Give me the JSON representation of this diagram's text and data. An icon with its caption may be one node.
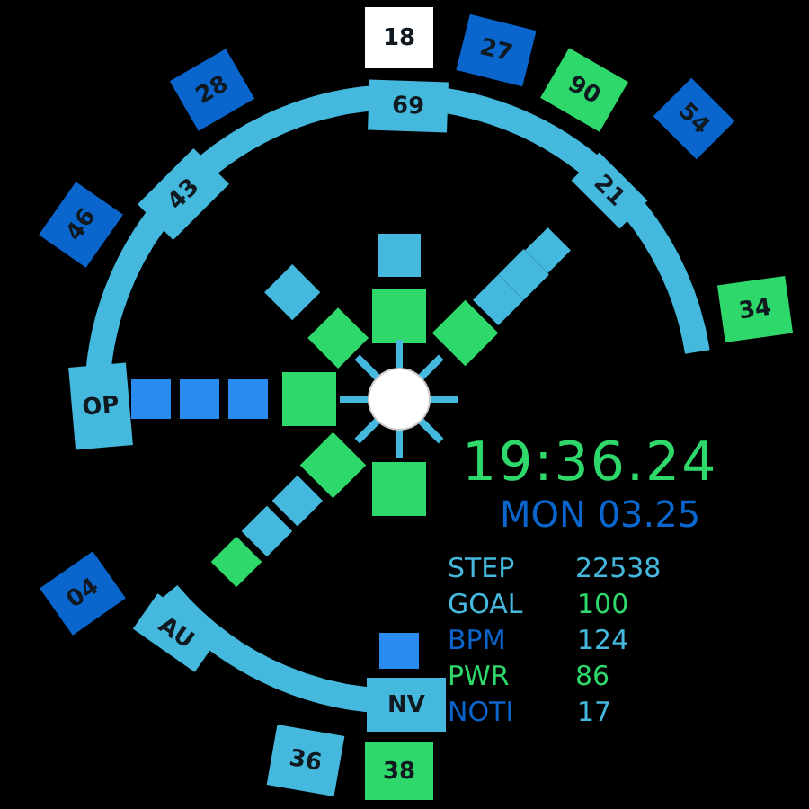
{
  "diagram": {
    "nodes": [
      {
        "text": [
          "18"
        ]
      },
      {
        "text": [
          "27"
        ]
      },
      {
        "text": [
          "90"
        ]
      },
      {
        "text": [
          "28"
        ]
      },
      {
        "text": [
          "69"
        ]
      },
      {
        "text": [
          "54"
        ]
      },
      {
        "text": [
          "21"
        ]
      },
      {
        "text": [
          "43"
        ]
      },
      {
        "text": [
          "46"
        ]
      },
      {
        "text": [
          "34"
        ]
      },
      {
        "text": [
          "OP"
        ]
      },
      {
        "text": [
          "04"
        ]
      },
      {
        "text": [
          "AU"
        ]
      },
      {
        "text": [
          "NV"
        ]
      },
      {
        "text": [
          "36"
        ]
      },
      {
        "text": [
          "38"
        ]
      }
    ],
    "labels": [
      "19:36.24",
      "MON 03.25",
      "STEP",
      "22538",
      "GOAL",
      "100",
      "BPM",
      "124",
      "PWR",
      "86",
      "NOTI",
      "17"
    ]
  }
}
